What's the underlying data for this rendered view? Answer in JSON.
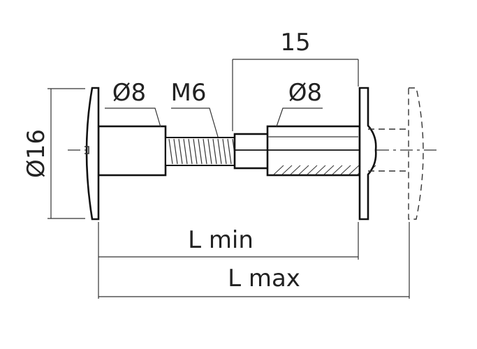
{
  "labels": {
    "dia_head": "Ø16",
    "dia_left_sleeve": "Ø8",
    "thread": "M6",
    "dia_right_sleeve": "Ø8",
    "insert_length": "15",
    "l_min": "L min",
    "l_max": "L max"
  }
}
